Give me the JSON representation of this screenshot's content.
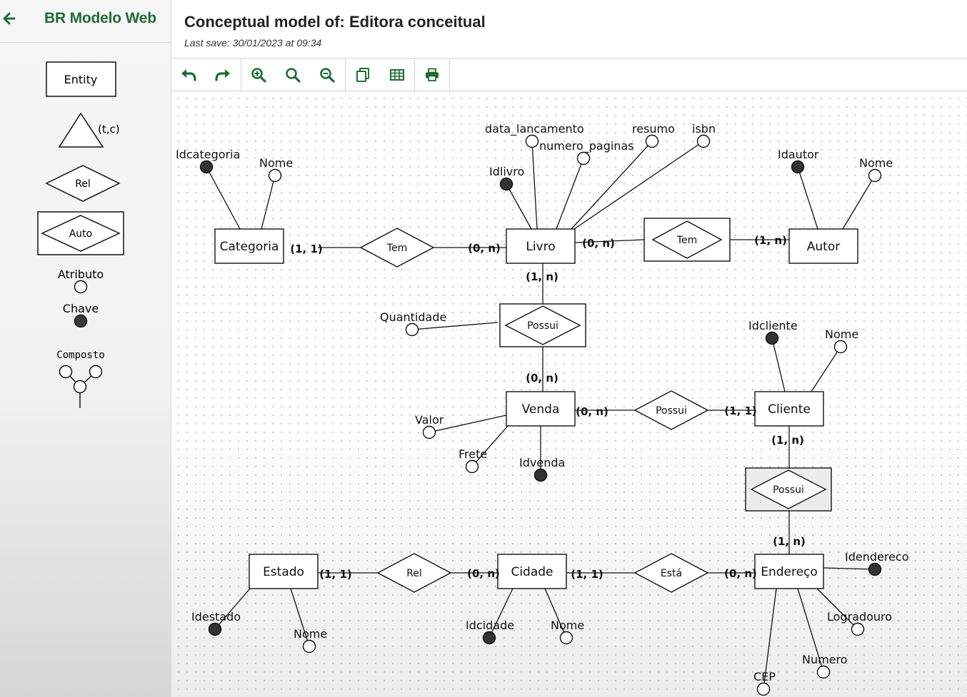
{
  "app": {
    "title": "BR Modelo Web"
  },
  "header": {
    "title": "Conceptual model of: Editora conceitual",
    "last_save": "Last save: 30/01/2023 at 09:34"
  },
  "toolbar": {
    "buttons": [
      {
        "name": "undo-icon",
        "label": "undo"
      },
      {
        "name": "redo-icon",
        "label": "redo"
      },
      {
        "name": "zoom-in-icon",
        "label": "zoom in"
      },
      {
        "name": "zoom-reset-icon",
        "label": "zoom"
      },
      {
        "name": "zoom-out-icon",
        "label": "zoom out"
      },
      {
        "name": "duplicate-icon",
        "label": "copy"
      },
      {
        "name": "table-icon",
        "label": "table"
      },
      {
        "name": "print-icon",
        "label": "print"
      }
    ]
  },
  "palette": {
    "entity": "Entity",
    "specialization": "(t,c)",
    "relationship": "Rel",
    "associative": "Auto",
    "attribute": "Atributo",
    "key": "Chave",
    "composite": "Composto"
  },
  "diagram": {
    "entities": [
      {
        "id": "categoria",
        "label": "Categoria"
      },
      {
        "id": "livro",
        "label": "Livro"
      },
      {
        "id": "autor",
        "label": "Autor"
      },
      {
        "id": "venda",
        "label": "Venda"
      },
      {
        "id": "cliente",
        "label": "Cliente"
      },
      {
        "id": "estado",
        "label": "Estado"
      },
      {
        "id": "cidade",
        "label": "Cidade"
      },
      {
        "id": "endereco",
        "label": "Endereço"
      }
    ],
    "relationships": [
      {
        "id": "tem1",
        "label": "Tem"
      },
      {
        "id": "tem2",
        "label": "Tem",
        "associative": true
      },
      {
        "id": "possui1",
        "label": "Possui",
        "associative": true
      },
      {
        "id": "possui2",
        "label": "Possui"
      },
      {
        "id": "possui3",
        "label": "Possui",
        "associative": true
      },
      {
        "id": "rel",
        "label": "Rel"
      },
      {
        "id": "esta",
        "label": "Está"
      }
    ],
    "cardinalities": [
      "(1, 1)",
      "(0, n)",
      "(0, n)",
      "(1, n)",
      "(1, n)",
      "(0, n)",
      "(0, n)",
      "(1, 1)",
      "(1, n)",
      "(1, n)",
      "(1, 1)",
      "(0, n)",
      "(1, 1)",
      "(0, n)"
    ],
    "attributes": [
      {
        "label": "Idcategoria",
        "key": true
      },
      {
        "label": "Nome",
        "key": false
      },
      {
        "label": "data_lancamento",
        "key": false
      },
      {
        "label": "numero_paginas",
        "key": false
      },
      {
        "label": "resumo",
        "key": false
      },
      {
        "label": "isbn",
        "key": false
      },
      {
        "label": "Idlivro",
        "key": true
      },
      {
        "label": "Idautor",
        "key": true
      },
      {
        "label": "Nome",
        "key": false
      },
      {
        "label": "Quantidade",
        "key": false
      },
      {
        "label": "Idcliente",
        "key": true
      },
      {
        "label": "Nome",
        "key": false
      },
      {
        "label": "Valor",
        "key": false
      },
      {
        "label": "Frete",
        "key": false
      },
      {
        "label": "Idvenda",
        "key": true
      },
      {
        "label": "Idendereco",
        "key": true
      },
      {
        "label": "Logradouro",
        "key": false
      },
      {
        "label": "Numero",
        "key": false
      },
      {
        "label": "CEP",
        "key": false
      },
      {
        "label": "Idestado",
        "key": true
      },
      {
        "label": "Nome",
        "key": false
      },
      {
        "label": "Idcidade",
        "key": true
      },
      {
        "label": "Nome",
        "key": false
      }
    ]
  }
}
